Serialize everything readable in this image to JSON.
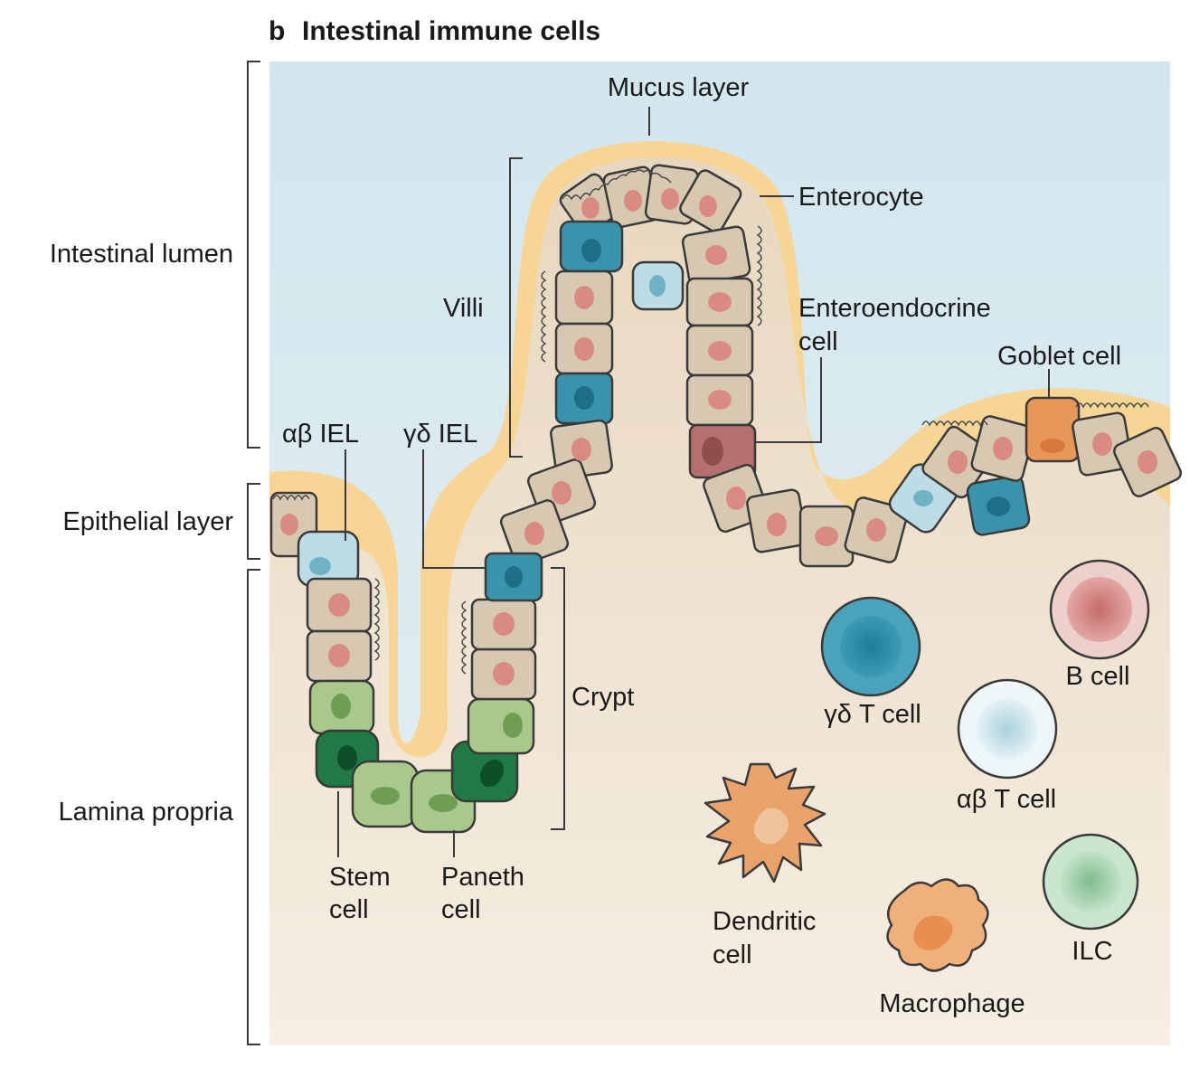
{
  "figure": {
    "panel_letter": "b",
    "title": "Intestinal immune cells"
  },
  "regions": {
    "lumen": "Intestinal lumen",
    "epithelium": "Epithelial layer",
    "lamina": "Lamina propria"
  },
  "structures": {
    "mucus": "Mucus layer",
    "enterocyte": "Enterocyte",
    "villi": "Villi",
    "enteroendocrine_line1": "Enteroendocrine",
    "enteroendocrine_line2": "cell",
    "goblet": "Goblet cell",
    "ab_iel": "αβ IEL",
    "gd_iel": "γδ IEL",
    "crypt": "Crypt",
    "stem_line1": "Stem",
    "stem_line2": "cell",
    "paneth_line1": "Paneth",
    "paneth_line2": "cell"
  },
  "immune_cells": {
    "b_cell": "B cell",
    "gd_t_cell": "γδ T cell",
    "ab_t_cell": "αβ T cell",
    "dendritic_line1": "Dendritic",
    "dendritic_line2": "cell",
    "macrophage": "Macrophage",
    "ilc": "ILC"
  },
  "colors": {
    "lumen": "#d6e7ee",
    "mucus": "#f7d594",
    "tissue": "#ecdcc6",
    "enterocyte": "#d7c8b2",
    "nucleus": "#d98b82",
    "iel_teal": "#3a93ad",
    "ab_iel": "#bcdde6",
    "stem": "#1f7a45",
    "paneth": "#a9c98c",
    "goblet": "#e8975a",
    "enteroendocrine": "#b4706c",
    "b_cell": "#d99a96",
    "ilc": "#9ccea8",
    "dendritic": "#e9a36a"
  }
}
